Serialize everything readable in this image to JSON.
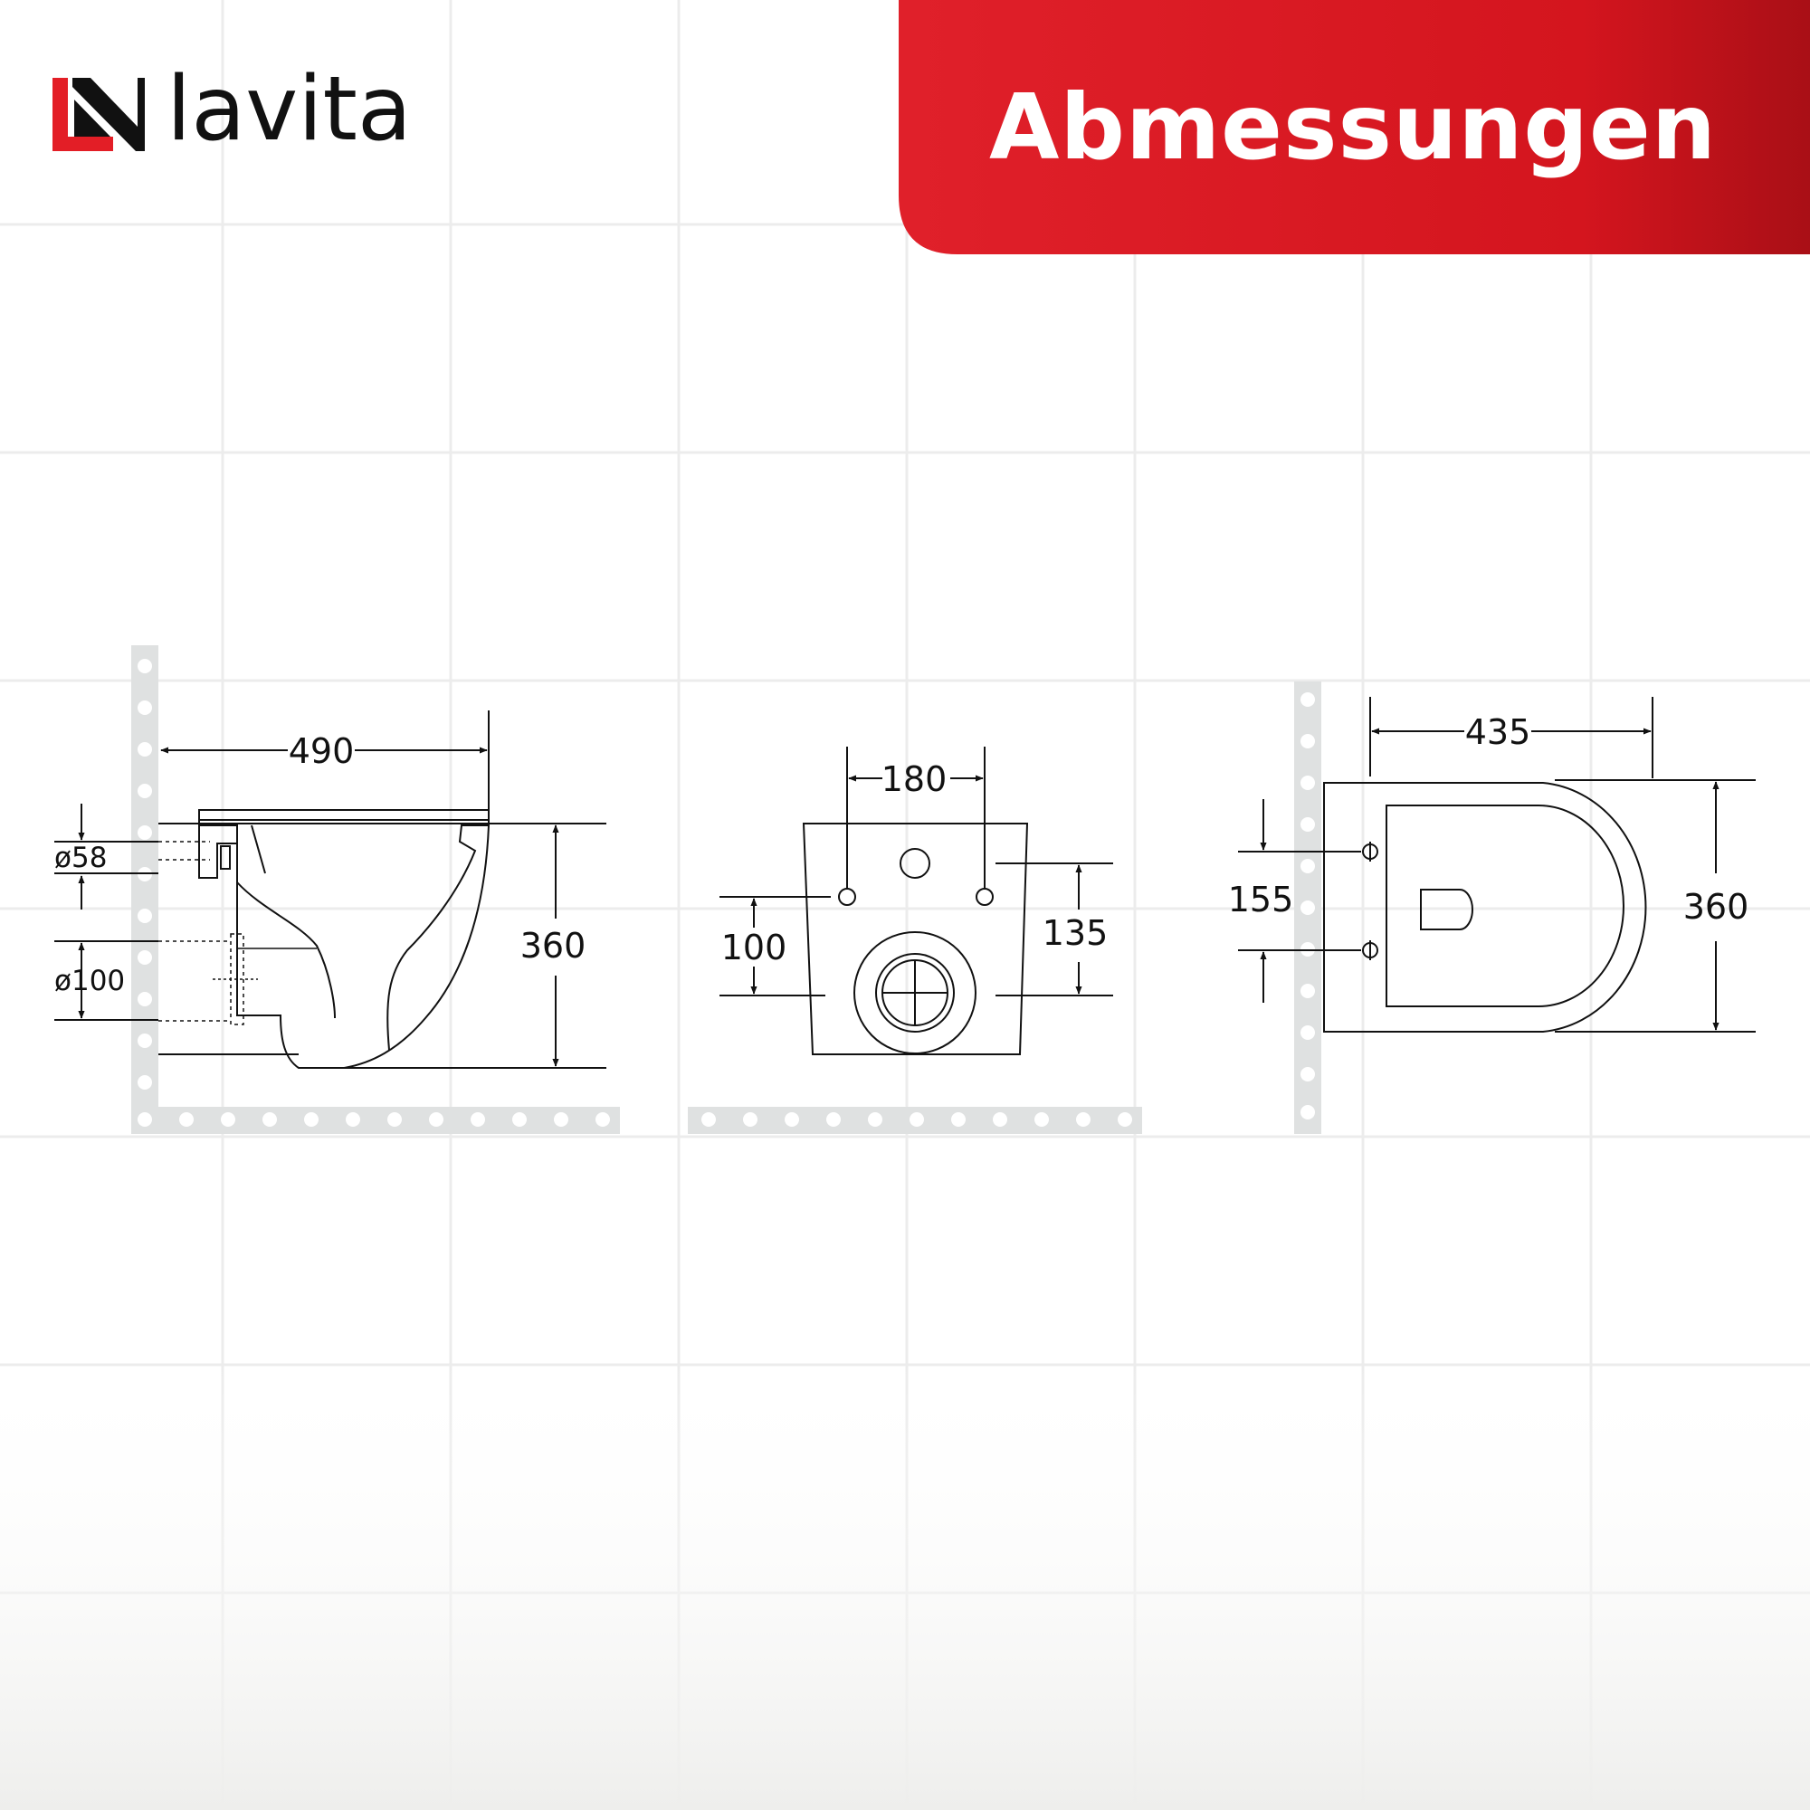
{
  "brand": {
    "name": "lavita",
    "color": "#e31e26"
  },
  "banner": {
    "title": "Abmessungen",
    "color": "#d7161f"
  },
  "side_view": {
    "overall_length": "490",
    "height": "360",
    "inlet_diameter": "ø58",
    "outlet_diameter": "ø100"
  },
  "rear_view": {
    "bolt_spacing": "180",
    "bolt_height": "100",
    "inlet_height": "135"
  },
  "top_view": {
    "length": "435",
    "width": "360",
    "seat_holes": "155"
  }
}
